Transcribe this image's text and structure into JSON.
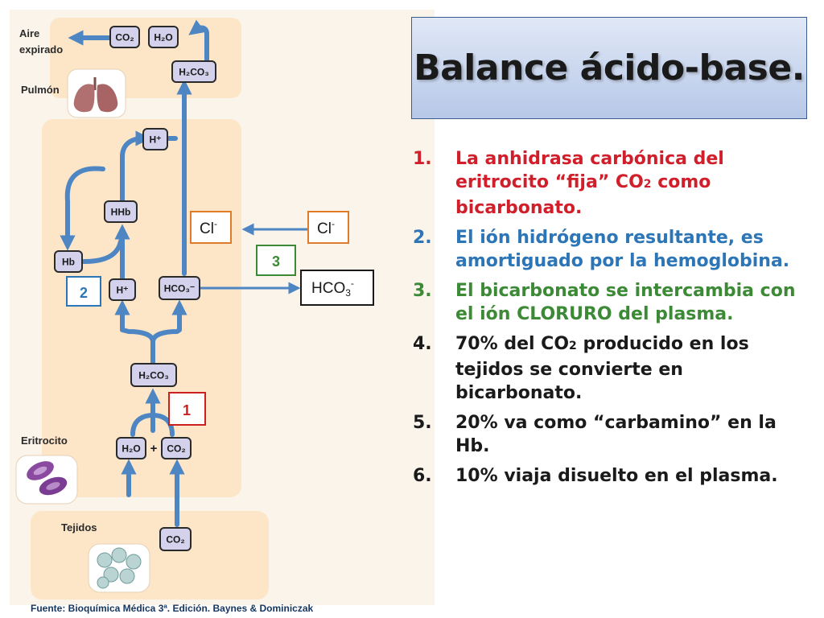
{
  "title": "Balance ácido-base.",
  "diagram": {
    "compartments": {
      "aire": "Aire\nexpirado",
      "pulmon": "Pulmón",
      "eritrocito": "Eritrocito",
      "tejidos": "Tejidos"
    },
    "nodes": {
      "co2_lung": "CO₂",
      "h2o_lung": "H₂O",
      "h2co3_lung": "H₂CO₃",
      "hplus_top": "H⁺",
      "hhb": "HHb",
      "hb": "Hb",
      "hplus_mid": "H⁺",
      "hco3_cell": "HCO₃⁻",
      "h2co3_cell": "H₂CO₃",
      "h2o_cell": "H₂O",
      "plus": "+",
      "co2_cell": "CO₂",
      "co2_tissue": "CO₂",
      "cl_left": "Cl",
      "cl_right": "Cl",
      "cl_sup": "-",
      "hco3_plasma": "HCO",
      "hco3_sub": "3",
      "hco3_sup": "-"
    },
    "markers": {
      "m1": "1",
      "m2": "2",
      "m3": "3"
    },
    "colors": {
      "arrow": "#4d86c3",
      "compartment": "#fde9cc",
      "node_fill": "#d3d1ec",
      "marker": "#cc1f1f"
    }
  },
  "points": [
    {
      "num": "1.",
      "pre": "La anhidrasa carbónica del eritrocito “fija” CO",
      "sub": "2",
      "post": " como bicarbonato.",
      "color": "red"
    },
    {
      "num": "2.",
      "pre": "El ión hidrógeno resultante, es amortiguado por la hemoglobina.",
      "sub": "",
      "post": "",
      "color": "blue"
    },
    {
      "num": "3.",
      "pre": "El bicarbonato se intercambia con el ión CLORURO del plasma.",
      "sub": "",
      "post": "",
      "color": "green"
    },
    {
      "num": "4.",
      "pre": "70% del CO",
      "sub": "2",
      "post": " producido en los tejidos se convierte en bicarbonato.",
      "color": "black"
    },
    {
      "num": "5.",
      "pre": "20% va como “carbamino” en la Hb.",
      "sub": "",
      "post": "",
      "color": "black"
    },
    {
      "num": "6.",
      "pre": "10% viaja disuelto en el plasma.",
      "sub": "",
      "post": "",
      "color": "black"
    }
  ],
  "source": "Fuente: Bioquímica Médica 3ª. Edición.  Baynes & Dominiczak"
}
